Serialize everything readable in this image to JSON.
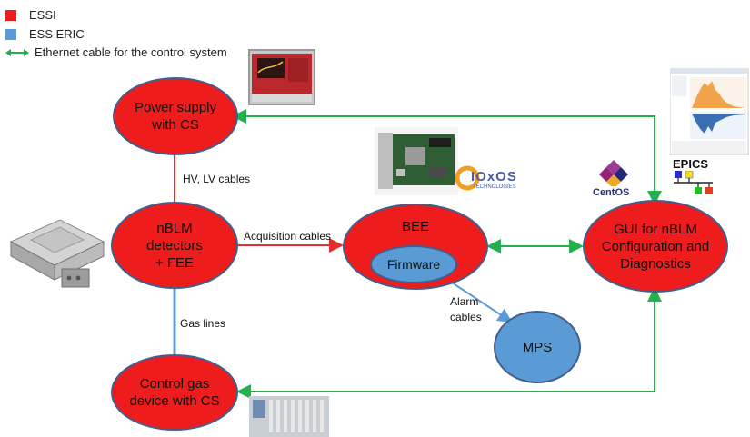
{
  "colors": {
    "essi": "#ee1c1c",
    "ess_eric": "#5b9bd5",
    "ethernet": "#22b14c",
    "cable_red": "#e0302e",
    "cable_blue": "#5b9bd5",
    "node_border": "#3f5f8f"
  },
  "legend": {
    "essi": "ESSI",
    "ess_eric": "ESS ERIC",
    "ethernet": "Ethernet cable for the control system"
  },
  "nodes": {
    "power_supply": {
      "line1": "Power supply",
      "line2": "with CS"
    },
    "nblm": {
      "line1": "nBLM",
      "line2": "detectors",
      "line3": "+ FEE"
    },
    "bee": {
      "label": "BEE"
    },
    "firmware": {
      "label": "Firmware"
    },
    "gui": {
      "line1": "GUI for nBLM",
      "line2": "Configuration and",
      "line3": "Diagnostics"
    },
    "mps": {
      "label": "MPS"
    },
    "gas_device": {
      "line1": "Control gas",
      "line2": "device with CS"
    }
  },
  "edges": {
    "hv_lv": "HV, LV cables",
    "acquisition": "Acquisition cables",
    "alarm1": "Alarm",
    "alarm2": "cables",
    "gas_lines": "Gas lines"
  },
  "images": {
    "epics": "EPICS",
    "centos": "CentOS",
    "ioxos": "IOxOS",
    "ioxos_sub": "TECHNOLOGIES"
  }
}
